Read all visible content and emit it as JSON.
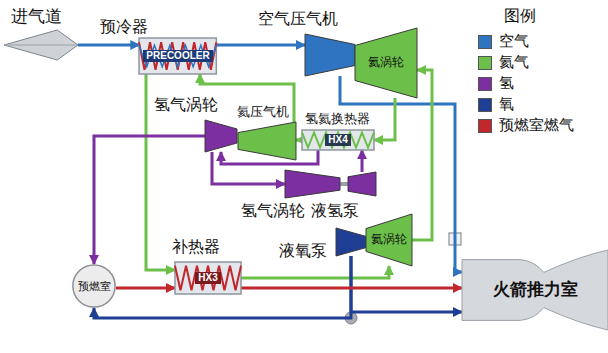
{
  "diagram": {
    "nodes": [
      {
        "text": [
          "进气道"
        ]
      },
      {
        "text": [
          "预冷器",
          "PRECOOLER"
        ]
      },
      {
        "text": [
          "空气压气机"
        ]
      },
      {
        "text": [
          "氦涡轮"
        ]
      },
      {
        "text": [
          "氢气涡轮"
        ]
      },
      {
        "text": [
          "氦压气机"
        ]
      },
      {
        "text": [
          "氢氦换热器",
          "HX4"
        ]
      },
      {
        "text": [
          "氢气涡轮"
        ]
      },
      {
        "text": [
          "液氢泵"
        ]
      },
      {
        "text": [
          "补热器",
          "HX3"
        ]
      },
      {
        "text": [
          "液氧泵"
        ]
      },
      {
        "text": [
          "氦涡轮"
        ]
      },
      {
        "text": [
          "预燃室"
        ]
      },
      {
        "text": [
          "火箭推力室"
        ]
      }
    ],
    "edges": [
      {
        "from": 0,
        "to": 1,
        "arrow": "to"
      },
      {
        "from": 1,
        "to": 2,
        "arrow": "to"
      },
      {
        "from": 2,
        "to": 13,
        "arrow": "to"
      },
      {
        "from": 3,
        "to": 6,
        "arrow": "to"
      },
      {
        "from": 6,
        "to": 5,
        "arrow": "to"
      },
      {
        "from": 5,
        "to": 1,
        "arrow": "to"
      },
      {
        "from": 1,
        "to": 9,
        "arrow": "to"
      },
      {
        "from": 9,
        "to": 11,
        "arrow": "to"
      },
      {
        "from": 11,
        "to": 3,
        "arrow": "to"
      },
      {
        "from": 8,
        "to": 6,
        "arrow": "to"
      },
      {
        "from": 6,
        "to": 4,
        "arrow": "to"
      },
      {
        "from": 4,
        "to": 12,
        "arrow": "to"
      },
      {
        "from": 4,
        "to": 7,
        "arrow": "to"
      },
      {
        "from": 7,
        "to": 8,
        "arrow": "none"
      },
      {
        "from": 10,
        "to": 13,
        "arrow": "to"
      },
      {
        "from": 10,
        "to": 12,
        "arrow": "to"
      },
      {
        "from": 12,
        "to": 9,
        "arrow": "to"
      },
      {
        "from": 9,
        "to": 13,
        "arrow": "to"
      }
    ],
    "labels": [
      "图例"
    ],
    "legend": [
      {
        "text": "空气",
        "color": "#2f74c0"
      },
      {
        "text": "氦气",
        "color": "#6cc04a"
      },
      {
        "text": "氢",
        "color": "#7b2fa0"
      },
      {
        "text": "氧",
        "color": "#1f3f95"
      },
      {
        "text": "预燃室燃气",
        "color": "#c1272d"
      }
    ]
  }
}
